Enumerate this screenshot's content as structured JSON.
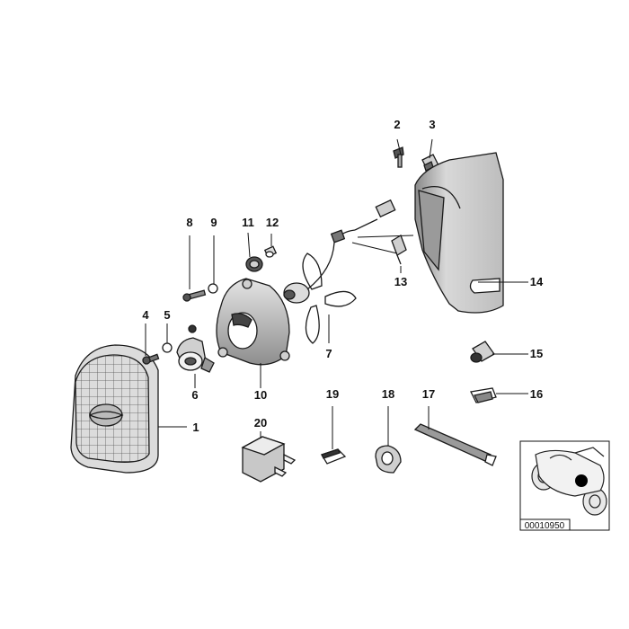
{
  "diagram": {
    "labels": {
      "p1": "1",
      "p2": "2",
      "p3": "3",
      "p4": "4",
      "p5": "5",
      "p6": "6",
      "p7": "7",
      "p8": "8",
      "p9": "9",
      "p10": "10",
      "p11": "11",
      "p12": "12",
      "p13": "13",
      "p14": "14",
      "p15": "15",
      "p16": "16",
      "p17": "17",
      "p18": "18",
      "p19": "19",
      "p20": "20"
    },
    "reference_code": "00010950"
  }
}
